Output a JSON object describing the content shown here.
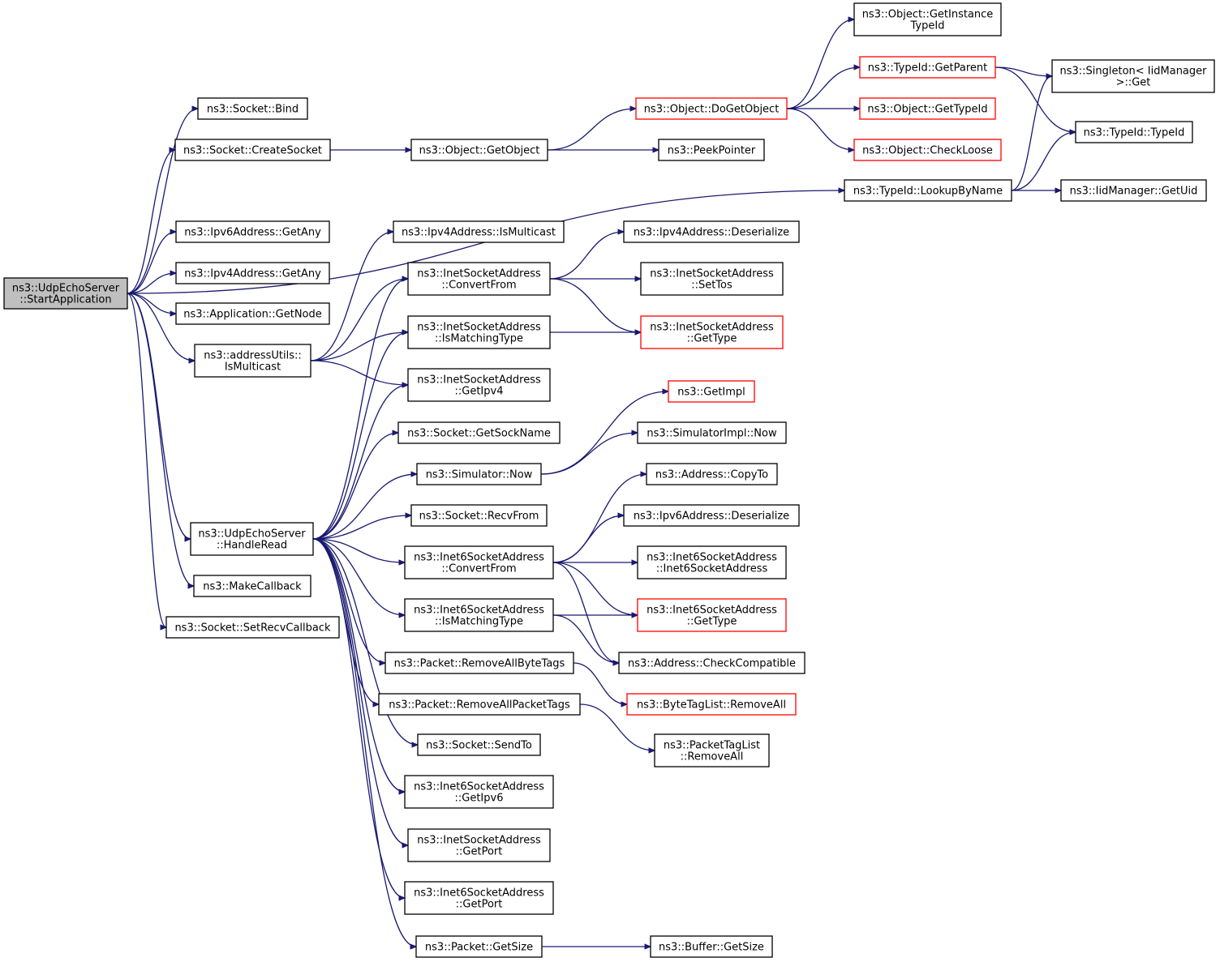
{
  "colors": {
    "edge": "#191970",
    "normal_border": "#000000",
    "truncated_border": "#ff0000",
    "root_fill": "#bfbfbf",
    "node_fill": "#ffffff"
  },
  "nodes": [
    {
      "id": "root",
      "lines": [
        "ns3::UdpEchoServer",
        "::StartApplication"
      ],
      "kind": "root"
    },
    {
      "id": "bind",
      "lines": [
        "ns3::Socket::Bind"
      ],
      "kind": "normal"
    },
    {
      "id": "createsocket",
      "lines": [
        "ns3::Socket::CreateSocket"
      ],
      "kind": "normal"
    },
    {
      "id": "ipv6getany",
      "lines": [
        "ns3::Ipv6Address::GetAny"
      ],
      "kind": "normal"
    },
    {
      "id": "ipv4getany",
      "lines": [
        "ns3::Ipv4Address::GetAny"
      ],
      "kind": "normal"
    },
    {
      "id": "appgetnode",
      "lines": [
        "ns3::Application::GetNode"
      ],
      "kind": "normal"
    },
    {
      "id": "ismulticast",
      "lines": [
        "ns3::addressUtils::",
        "IsMulticast"
      ],
      "kind": "normal"
    },
    {
      "id": "handleread",
      "lines": [
        "ns3::UdpEchoServer",
        "::HandleRead"
      ],
      "kind": "normal"
    },
    {
      "id": "makecallback",
      "lines": [
        "ns3::MakeCallback"
      ],
      "kind": "normal"
    },
    {
      "id": "setrecvcb",
      "lines": [
        "ns3::Socket::SetRecvCallback"
      ],
      "kind": "normal"
    },
    {
      "id": "getobject",
      "lines": [
        "ns3::Object::GetObject"
      ],
      "kind": "normal"
    },
    {
      "id": "ipv4ismc",
      "lines": [
        "ns3::Ipv4Address::IsMulticast"
      ],
      "kind": "normal"
    },
    {
      "id": "inetconv",
      "lines": [
        "ns3::InetSocketAddress",
        "::ConvertFrom"
      ],
      "kind": "normal"
    },
    {
      "id": "inetismatch",
      "lines": [
        "ns3::InetSocketAddress",
        "::IsMatchingType"
      ],
      "kind": "normal"
    },
    {
      "id": "inetgetipv4",
      "lines": [
        "ns3::InetSocketAddress",
        "::GetIpv4"
      ],
      "kind": "normal"
    },
    {
      "id": "getsockname",
      "lines": [
        "ns3::Socket::GetSockName"
      ],
      "kind": "normal"
    },
    {
      "id": "simnow",
      "lines": [
        "ns3::Simulator::Now"
      ],
      "kind": "normal"
    },
    {
      "id": "recvfrom",
      "lines": [
        "ns3::Socket::RecvFrom"
      ],
      "kind": "normal"
    },
    {
      "id": "inet6conv",
      "lines": [
        "ns3::Inet6SocketAddress",
        "::ConvertFrom"
      ],
      "kind": "normal"
    },
    {
      "id": "inet6ismatch",
      "lines": [
        "ns3::Inet6SocketAddress",
        "::IsMatchingType"
      ],
      "kind": "normal"
    },
    {
      "id": "rmbytetags",
      "lines": [
        "ns3::Packet::RemoveAllByteTags"
      ],
      "kind": "normal"
    },
    {
      "id": "rmpackettags",
      "lines": [
        "ns3::Packet::RemoveAllPacketTags"
      ],
      "kind": "normal"
    },
    {
      "id": "sendto",
      "lines": [
        "ns3::Socket::SendTo"
      ],
      "kind": "normal"
    },
    {
      "id": "inet6getipv6",
      "lines": [
        "ns3::Inet6SocketAddress",
        "::GetIpv6"
      ],
      "kind": "normal"
    },
    {
      "id": "inetgetport",
      "lines": [
        "ns3::InetSocketAddress",
        "::GetPort"
      ],
      "kind": "normal"
    },
    {
      "id": "inet6getport",
      "lines": [
        "ns3::Inet6SocketAddress",
        "::GetPort"
      ],
      "kind": "normal"
    },
    {
      "id": "pktgetsize",
      "lines": [
        "ns3::Packet::GetSize"
      ],
      "kind": "normal"
    },
    {
      "id": "dogetobject",
      "lines": [
        "ns3::Object::DoGetObject"
      ],
      "kind": "truncated"
    },
    {
      "id": "peekpointer",
      "lines": [
        "ns3::PeekPointer"
      ],
      "kind": "normal"
    },
    {
      "id": "ipv4deser",
      "lines": [
        "ns3::Ipv4Address::Deserialize"
      ],
      "kind": "normal"
    },
    {
      "id": "settos",
      "lines": [
        "ns3::InetSocketAddress",
        "::SetTos"
      ],
      "kind": "normal"
    },
    {
      "id": "inetgettype",
      "lines": [
        "ns3::InetSocketAddress",
        "::GetType"
      ],
      "kind": "truncated"
    },
    {
      "id": "getimpl",
      "lines": [
        "ns3::GetImpl"
      ],
      "kind": "truncated"
    },
    {
      "id": "simimplnow",
      "lines": [
        "ns3::SimulatorImpl::Now"
      ],
      "kind": "normal"
    },
    {
      "id": "addrcopyto",
      "lines": [
        "ns3::Address::CopyTo"
      ],
      "kind": "normal"
    },
    {
      "id": "ipv6deser",
      "lines": [
        "ns3::Ipv6Address::Deserialize"
      ],
      "kind": "normal"
    },
    {
      "id": "inet6ctor",
      "lines": [
        "ns3::Inet6SocketAddress",
        "::Inet6SocketAddress"
      ],
      "kind": "normal"
    },
    {
      "id": "inet6gettype",
      "lines": [
        "ns3::Inet6SocketAddress",
        "::GetType"
      ],
      "kind": "truncated"
    },
    {
      "id": "addrcheckcompat",
      "lines": [
        "ns3::Address::CheckCompatible"
      ],
      "kind": "normal"
    },
    {
      "id": "bytetagrmall",
      "lines": [
        "ns3::ByteTagList::RemoveAll"
      ],
      "kind": "truncated"
    },
    {
      "id": "pkttagrmall",
      "lines": [
        "ns3::PacketTagList",
        "::RemoveAll"
      ],
      "kind": "normal"
    },
    {
      "id": "buffergetsize",
      "lines": [
        "ns3::Buffer::GetSize"
      ],
      "kind": "normal"
    },
    {
      "id": "getinstancetypeid",
      "lines": [
        "ns3::Object::GetInstance",
        "TypeId"
      ],
      "kind": "normal"
    },
    {
      "id": "typeidgetparent",
      "lines": [
        "ns3::TypeId::GetParent"
      ],
      "kind": "truncated"
    },
    {
      "id": "objgettypeid",
      "lines": [
        "ns3::Object::GetTypeId"
      ],
      "kind": "truncated"
    },
    {
      "id": "checkloose",
      "lines": [
        "ns3::Object::CheckLoose"
      ],
      "kind": "truncated"
    },
    {
      "id": "lookupbyname",
      "lines": [
        "ns3::TypeId::LookupByName"
      ],
      "kind": "normal"
    },
    {
      "id": "singletonget",
      "lines": [
        "ns3::Singleton< IidManager",
        ">::Get"
      ],
      "kind": "normal"
    },
    {
      "id": "typeidctor",
      "lines": [
        "ns3::TypeId::TypeId"
      ],
      "kind": "normal"
    },
    {
      "id": "iidgetuid",
      "lines": [
        "ns3::IidManager::GetUid"
      ],
      "kind": "normal"
    }
  ],
  "edges": [
    [
      "root",
      "bind"
    ],
    [
      "root",
      "createsocket"
    ],
    [
      "root",
      "lookupbyname"
    ],
    [
      "root",
      "ipv6getany"
    ],
    [
      "root",
      "ipv4getany"
    ],
    [
      "root",
      "appgetnode"
    ],
    [
      "root",
      "ismulticast"
    ],
    [
      "root",
      "handleread"
    ],
    [
      "root",
      "makecallback"
    ],
    [
      "root",
      "setrecvcb"
    ],
    [
      "createsocket",
      "getobject"
    ],
    [
      "getobject",
      "dogetobject"
    ],
    [
      "getobject",
      "peekpointer"
    ],
    [
      "dogetobject",
      "getinstancetypeid"
    ],
    [
      "dogetobject",
      "typeidgetparent"
    ],
    [
      "dogetobject",
      "objgettypeid"
    ],
    [
      "dogetobject",
      "checkloose"
    ],
    [
      "typeidgetparent",
      "singletonget"
    ],
    [
      "typeidgetparent",
      "typeidctor"
    ],
    [
      "lookupbyname",
      "singletonget"
    ],
    [
      "lookupbyname",
      "typeidctor"
    ],
    [
      "lookupbyname",
      "iidgetuid"
    ],
    [
      "ismulticast",
      "ipv4ismc"
    ],
    [
      "ismulticast",
      "inetconv"
    ],
    [
      "ismulticast",
      "inetismatch"
    ],
    [
      "ismulticast",
      "inetgetipv4"
    ],
    [
      "inetconv",
      "ipv4deser"
    ],
    [
      "inetconv",
      "settos"
    ],
    [
      "inetconv",
      "inetgettype"
    ],
    [
      "inetismatch",
      "inetgettype"
    ],
    [
      "handleread",
      "inetconv"
    ],
    [
      "handleread",
      "inetismatch"
    ],
    [
      "handleread",
      "inetgetipv4"
    ],
    [
      "handleread",
      "getsockname"
    ],
    [
      "handleread",
      "simnow"
    ],
    [
      "handleread",
      "recvfrom"
    ],
    [
      "handleread",
      "inet6conv"
    ],
    [
      "handleread",
      "inet6ismatch"
    ],
    [
      "handleread",
      "rmbytetags"
    ],
    [
      "handleread",
      "rmpackettags"
    ],
    [
      "handleread",
      "sendto"
    ],
    [
      "handleread",
      "inet6getipv6"
    ],
    [
      "handleread",
      "inetgetport"
    ],
    [
      "handleread",
      "inet6getport"
    ],
    [
      "handleread",
      "pktgetsize"
    ],
    [
      "simnow",
      "getimpl"
    ],
    [
      "simnow",
      "simimplnow"
    ],
    [
      "inet6conv",
      "addrcopyto"
    ],
    [
      "inet6conv",
      "ipv6deser"
    ],
    [
      "inet6conv",
      "inet6ctor"
    ],
    [
      "inet6conv",
      "inet6gettype"
    ],
    [
      "inet6conv",
      "addrcheckcompat"
    ],
    [
      "inet6ismatch",
      "inet6gettype"
    ],
    [
      "inet6ismatch",
      "addrcheckcompat"
    ],
    [
      "rmbytetags",
      "bytetagrmall"
    ],
    [
      "rmpackettags",
      "pkttagrmall"
    ],
    [
      "pktgetsize",
      "buffergetsize"
    ]
  ]
}
